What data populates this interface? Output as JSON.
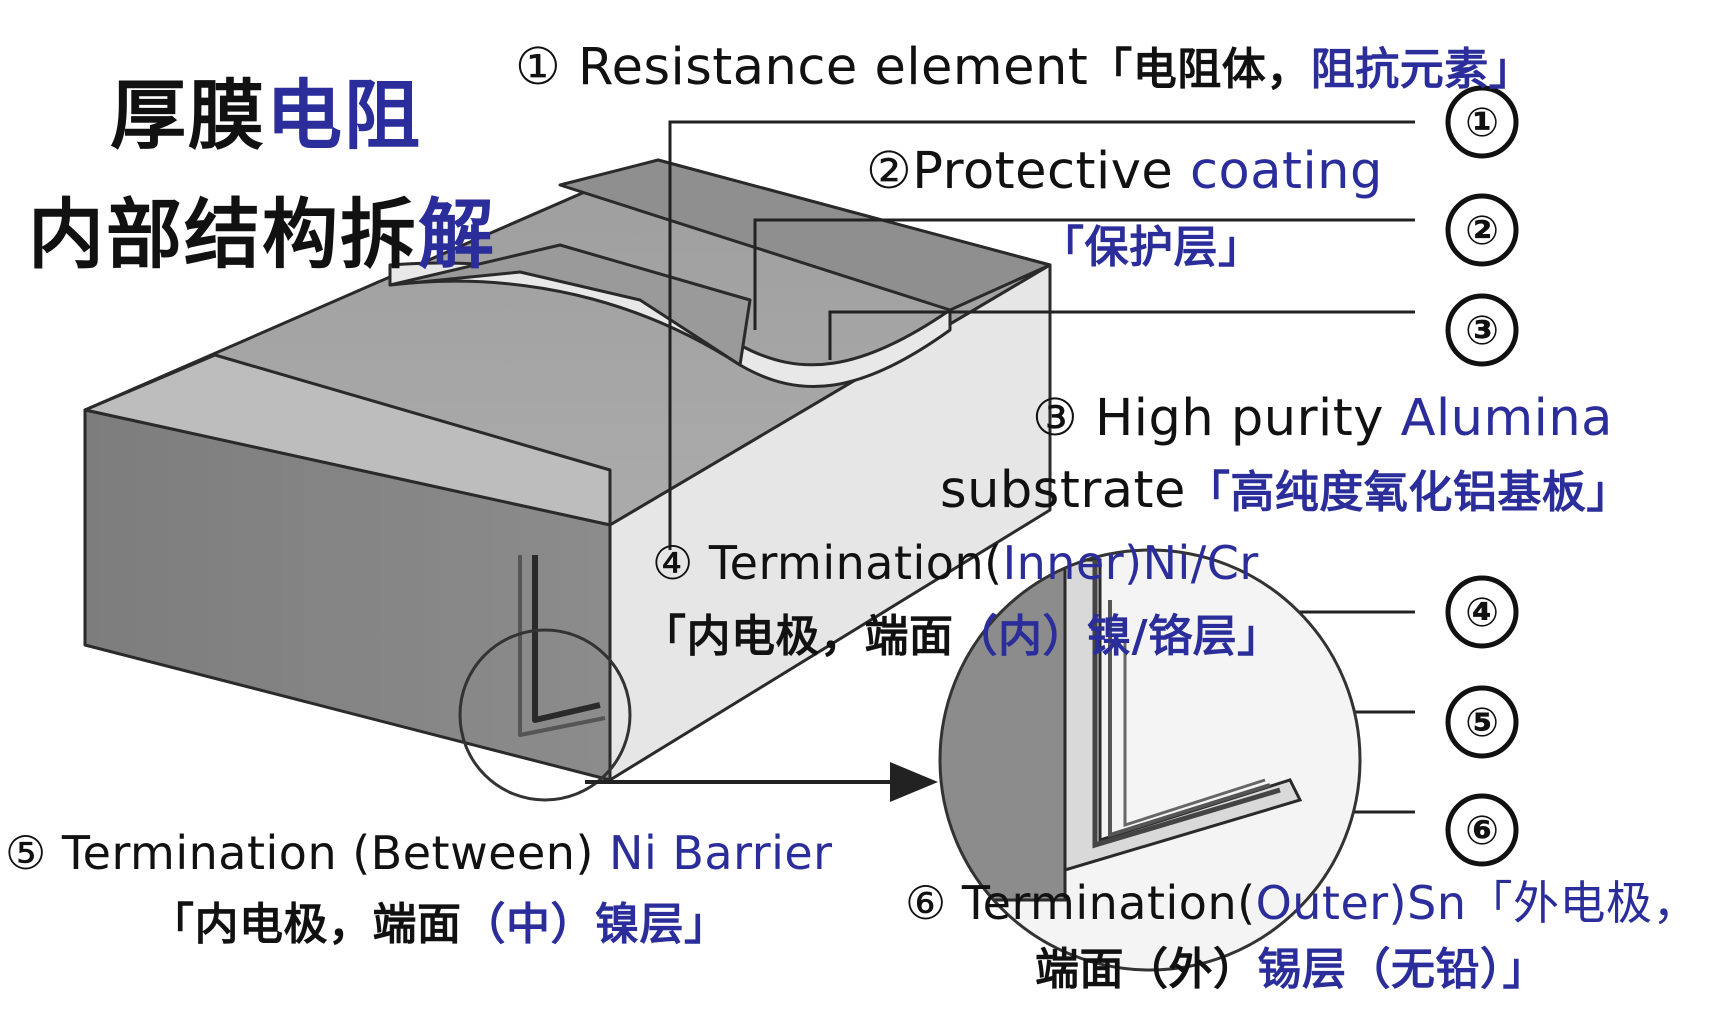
{
  "title": {
    "line1_black": "厚膜",
    "line1_blue": "电阻",
    "line2_black": "内部结构拆",
    "line2_blue": "解"
  },
  "markers": [
    "①",
    "②",
    "③",
    "④",
    "⑤",
    "⑥"
  ],
  "labels": {
    "l1": {
      "num": "①",
      "en": "Resistance element",
      "cn_black": "「电阻体，",
      "cn_blue": "阻抗元素」"
    },
    "l2": {
      "num": "②",
      "en_black": "Protective",
      "en_blue": "coating",
      "cn": "「保护层」"
    },
    "l3": {
      "num": "③",
      "en_black": "High purity",
      "en_blue": "Alumina",
      "en2": "substrate",
      "cn": "「高纯度氧化铝基板」"
    },
    "l4": {
      "num": "④",
      "en_black": "Termination(",
      "en_blue": "Inner)Ni/Cr",
      "cn_black": "「内电极，端面",
      "cn_blue": "（内）镍/铬层」"
    },
    "l5": {
      "num": "⑤",
      "en_black": "Termination (Between)",
      "en_blue": "Ni Barrier",
      "cn_black": "「内电极，端面",
      "cn_blue": "（中）镍层」"
    },
    "l6": {
      "num": "⑥",
      "en_black": "Termination(",
      "en_blue": "Outer)Sn「外电极，",
      "cn_black": "端面（外）",
      "cn_blue": "锡层（无铅）」"
    }
  },
  "colors": {
    "text": "#111111",
    "accent_blue": "#2b2e9a",
    "body_grey": "#8a8a8a",
    "top_grey": "#a3a3a3",
    "line": "#222222"
  }
}
